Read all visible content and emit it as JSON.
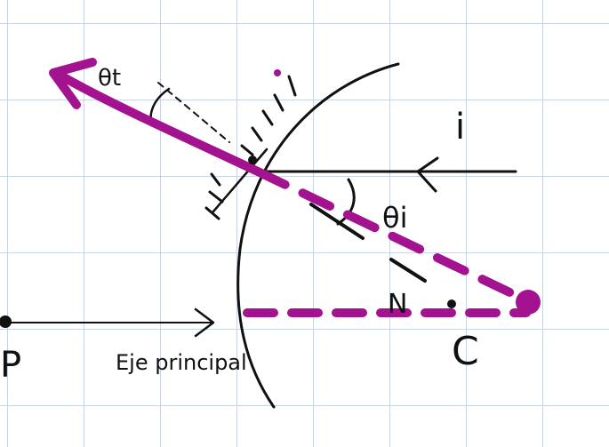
{
  "labels": {
    "theta_t": "θt",
    "theta_i": "θi",
    "incident_ray": "i",
    "normal": "N",
    "center": "C",
    "object": "P",
    "axis": "Eje principal"
  },
  "colors": {
    "ink": "#111111",
    "magenta": "#a3128f",
    "grid": "#c9d3e6"
  }
}
